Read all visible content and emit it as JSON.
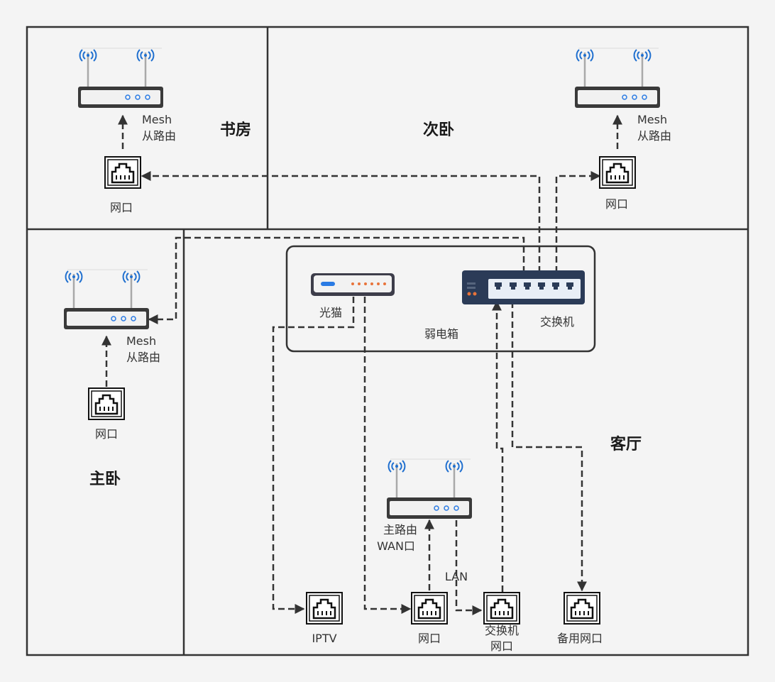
{
  "colors": {
    "background": "#f4f4f4",
    "wall": "#333333",
    "cable": "#333333",
    "wifi": "#1f6fcf",
    "switch_body": "#2b3b57",
    "switch_port_panel": "#e8eef6",
    "modem_light": "#2a7be4",
    "modem_leds": "#e8733a",
    "switch_leds": "#e8733a"
  },
  "rooms": {
    "study": "书房",
    "second_bedroom": "次卧",
    "master_bedroom": "主卧",
    "living_room": "客厅"
  },
  "cabinet": {
    "label": "弱电箱"
  },
  "devices": {
    "modem": {
      "label": "光猫",
      "icon": "modem-icon"
    },
    "switch": {
      "label": "交换机",
      "icon": "switch-icon"
    },
    "main_router": {
      "label_line1": "主路由",
      "label_line2": "WAN口",
      "icon": "router-icon"
    },
    "mesh_study": {
      "label_line1": "Mesh",
      "label_line2": "从路由",
      "icon": "router-icon"
    },
    "mesh_second": {
      "label_line1": "Mesh",
      "label_line2": "从路由",
      "icon": "router-icon"
    },
    "mesh_master": {
      "label_line1": "Mesh",
      "label_line2": "从路由",
      "icon": "router-icon"
    }
  },
  "ports": {
    "study": "网口",
    "second_bedroom": "网口",
    "master_bedroom": "网口",
    "iptv": "IPTV",
    "living": "网口",
    "switch_port_line1": "交换机",
    "switch_port_line2": "网口",
    "spare": "备用网口"
  },
  "cable_labels": {
    "lan": "LAN"
  }
}
